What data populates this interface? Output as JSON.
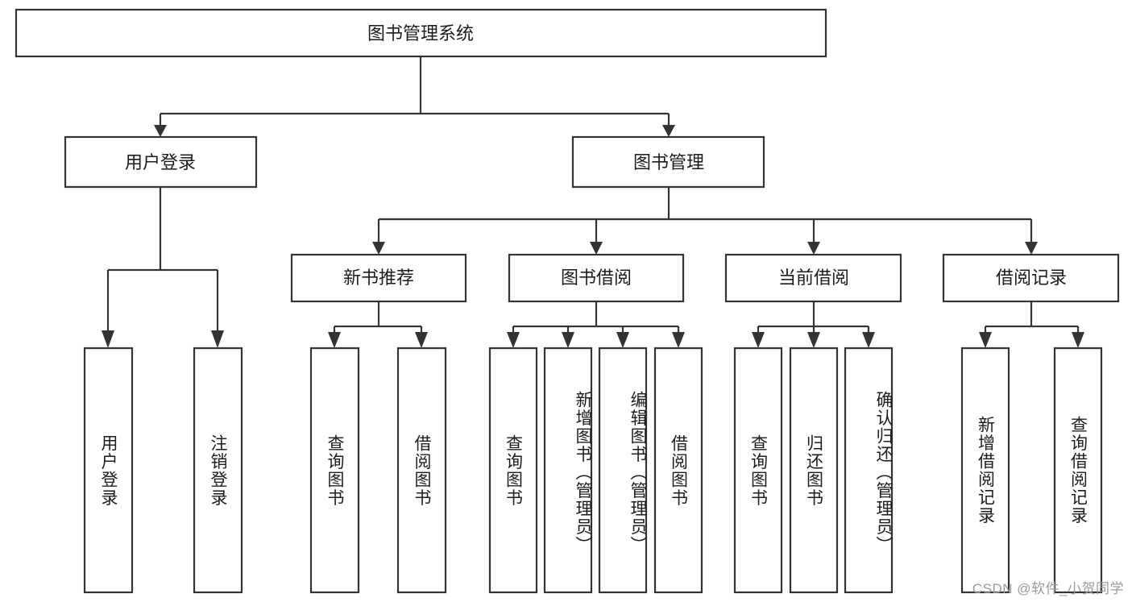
{
  "diagram": {
    "type": "tree",
    "title": "图书管理系统",
    "orientation": "top-down",
    "watermark": "CSDN @软件_小贺同学",
    "colors": {
      "stroke": "#333333",
      "fill": "#ffffff",
      "text": "#1c1c1c",
      "watermark": "#9a9a9a"
    },
    "root": {
      "id": "root",
      "label": "图书管理系统"
    },
    "level2": [
      {
        "id": "user-login",
        "label": "用户登录"
      },
      {
        "id": "book-manage",
        "label": "图书管理"
      }
    ],
    "level3": [
      {
        "id": "new-book-rec",
        "label": "新书推荐",
        "parent": "book-manage"
      },
      {
        "id": "book-borrow",
        "label": "图书借阅",
        "parent": "book-manage"
      },
      {
        "id": "current-borrow",
        "label": "当前借阅",
        "parent": "book-manage"
      },
      {
        "id": "borrow-record",
        "label": "借阅记录",
        "parent": "book-manage"
      }
    ],
    "leaves": [
      {
        "id": "leaf-user-login",
        "label": "用户登录",
        "parent": "user-login"
      },
      {
        "id": "leaf-logout-login",
        "label": "注销登录",
        "parent": "user-login"
      },
      {
        "id": "leaf-query-book-1",
        "label": "查询图书",
        "parent": "new-book-rec"
      },
      {
        "id": "leaf-borrow-book-1",
        "label": "借阅图书",
        "parent": "new-book-rec"
      },
      {
        "id": "leaf-query-book-2",
        "label": "查询图书",
        "parent": "book-borrow"
      },
      {
        "id": "leaf-add-book",
        "label": "新增图书（管理员）",
        "parent": "book-borrow"
      },
      {
        "id": "leaf-edit-book",
        "label": "编辑图书（管理员）",
        "parent": "book-borrow"
      },
      {
        "id": "leaf-borrow-book-2",
        "label": "借阅图书",
        "parent": "book-borrow"
      },
      {
        "id": "leaf-query-book-3",
        "label": "查询图书",
        "parent": "current-borrow"
      },
      {
        "id": "leaf-return-book",
        "label": "归还图书",
        "parent": "current-borrow"
      },
      {
        "id": "leaf-confirm-return",
        "label": "确认归还（管理员）",
        "parent": "current-borrow"
      },
      {
        "id": "leaf-add-record",
        "label": "新增借阅记录",
        "parent": "borrow-record"
      },
      {
        "id": "leaf-query-record",
        "label": "查询借阅记录",
        "parent": "borrow-record"
      }
    ]
  }
}
